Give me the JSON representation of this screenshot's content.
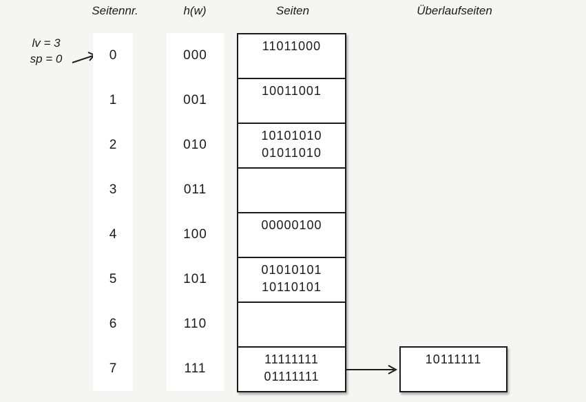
{
  "page": {
    "background_color": "#f5f5f2",
    "ink_color": "#1a1a1a",
    "strip_color": "#ffffff"
  },
  "headers": {
    "seitennr": "Seitennr.",
    "hw": "h(w)",
    "seiten": "Seiten",
    "ueberlaufseiten": "Überlaufseiten"
  },
  "annotation": {
    "line1": "lv = 3",
    "line2": "sp = 0"
  },
  "rows": [
    {
      "nr": "0",
      "hw": "000",
      "entries": [
        "11011000"
      ]
    },
    {
      "nr": "1",
      "hw": "001",
      "entries": [
        "10011001"
      ]
    },
    {
      "nr": "2",
      "hw": "010",
      "entries": [
        "10101010",
        "01011010"
      ]
    },
    {
      "nr": "3",
      "hw": "011",
      "entries": []
    },
    {
      "nr": "4",
      "hw": "100",
      "entries": [
        "00000100"
      ]
    },
    {
      "nr": "5",
      "hw": "101",
      "entries": [
        "01010101",
        "10110101"
      ]
    },
    {
      "nr": "6",
      "hw": "110",
      "entries": []
    },
    {
      "nr": "7",
      "hw": "111",
      "entries": [
        "11111111",
        "01111111"
      ]
    }
  ],
  "overflow": {
    "entries": [
      "10111111"
    ]
  },
  "icons": {
    "annotation_arrow": "arrow-up-right",
    "overflow_arrow": "arrow-right"
  }
}
